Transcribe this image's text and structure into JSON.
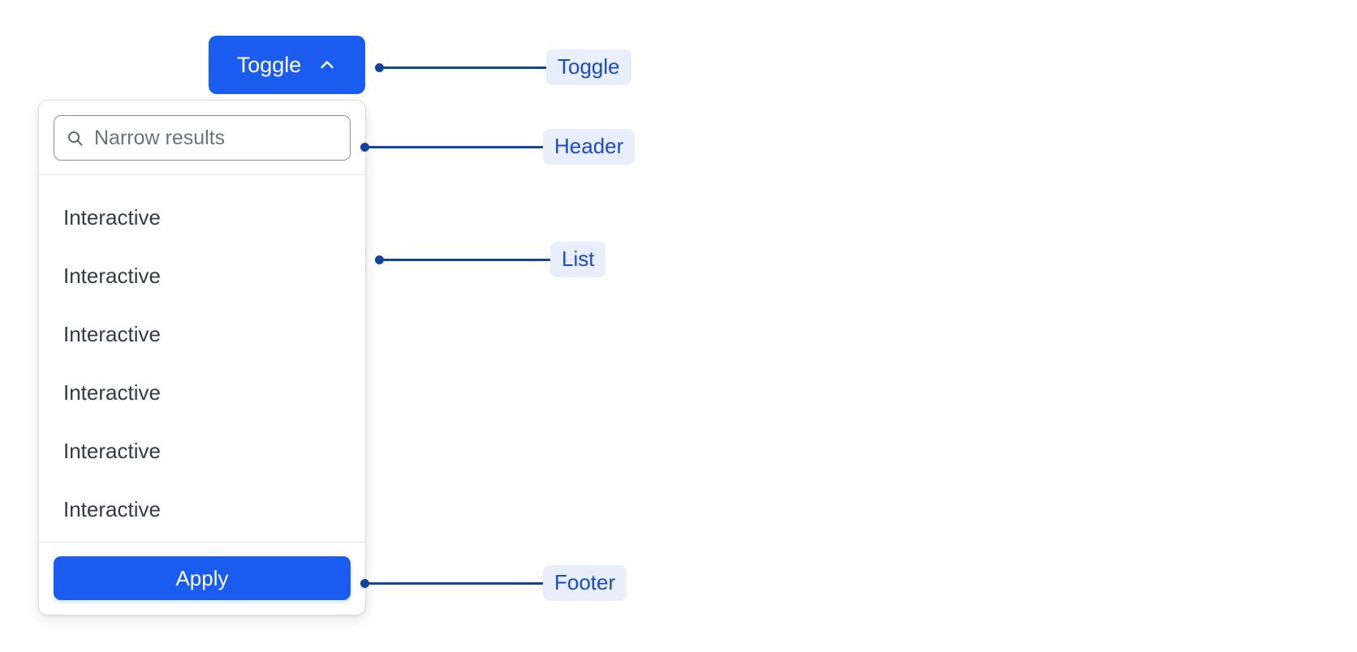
{
  "toggle": {
    "label": "Toggle",
    "icon": "chevron-up-icon",
    "expanded": true,
    "background_color": "#1a5cf0",
    "text_color": "#ffffff"
  },
  "dropdown": {
    "header": {
      "search": {
        "icon": "search-icon",
        "placeholder": "Narrow results",
        "value": ""
      }
    },
    "list": {
      "items": [
        {
          "label": "Interactive"
        },
        {
          "label": "Interactive"
        },
        {
          "label": "Interactive"
        },
        {
          "label": "Interactive"
        },
        {
          "label": "Interactive"
        },
        {
          "label": "Interactive"
        }
      ]
    },
    "footer": {
      "apply_label": "Apply",
      "apply_background_color": "#1a5cf0",
      "apply_text_color": "#ffffff"
    },
    "border_color": "#d8dbe0",
    "background_color": "#ffffff"
  },
  "annotations": {
    "accent_color": "#14439e",
    "pill_background_color": "#e8eefc",
    "pill_text_color": "#1b4bc4",
    "items": [
      {
        "label": "Toggle"
      },
      {
        "label": "Header"
      },
      {
        "label": "List"
      },
      {
        "label": "Footer"
      }
    ]
  }
}
